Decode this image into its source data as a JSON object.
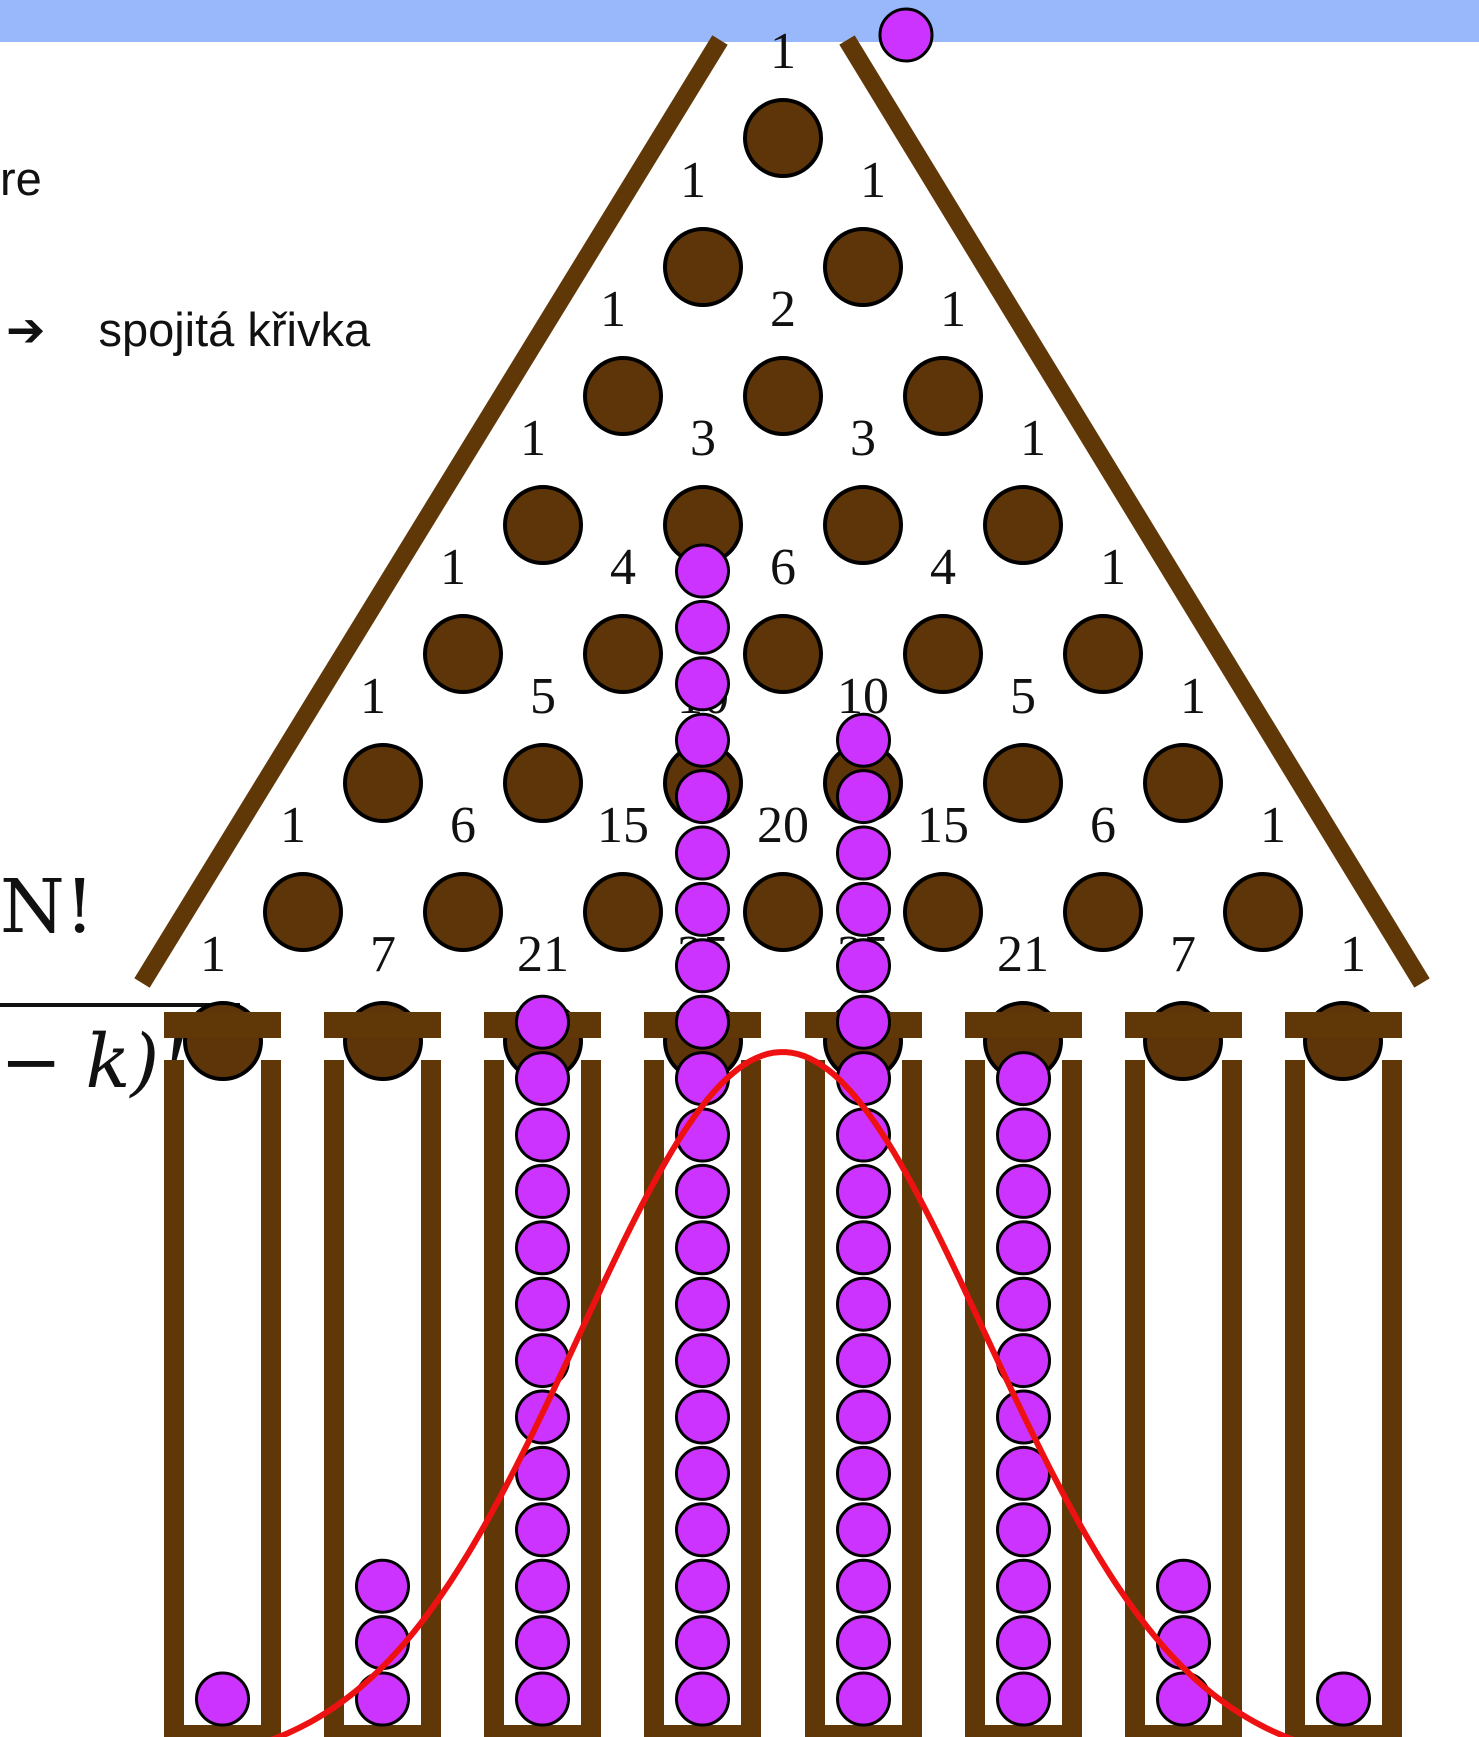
{
  "colors": {
    "header_bar": "#98b8fb",
    "peg": "#5e3508",
    "wall": "#603707",
    "ball": "#cc33ff",
    "curve": "#ee1111",
    "outline": "#000000"
  },
  "text": {
    "fragment_re": "re",
    "arrow_label": "spojitá křivka",
    "formula_numerator": "N!",
    "formula_denominator_fragment": "− k)!"
  },
  "pascal_rows": [
    [
      1
    ],
    [
      1,
      1
    ],
    [
      1,
      2,
      1
    ],
    [
      1,
      3,
      3,
      1
    ],
    [
      1,
      4,
      6,
      4,
      1
    ],
    [
      1,
      5,
      10,
      10,
      5,
      1
    ],
    [
      1,
      6,
      15,
      20,
      15,
      6,
      1
    ],
    [
      1,
      7,
      21,
      35,
      35,
      21,
      7,
      1
    ]
  ],
  "bin_ball_counts": [
    1,
    3,
    13,
    21,
    18,
    12,
    3,
    1
  ],
  "falling_ball": true,
  "curve": {
    "type": "gaussian-like",
    "peak_bin": 3.5
  }
}
